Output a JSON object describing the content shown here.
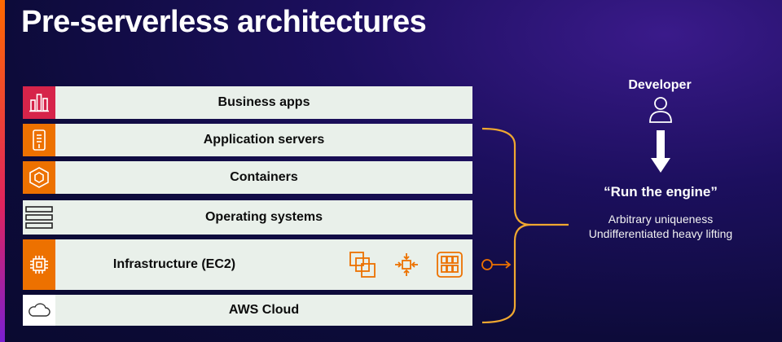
{
  "slide": {
    "title": "Pre-serverless architectures"
  },
  "stack": {
    "layers": [
      {
        "label": "Business apps",
        "icon": "business-apps-icon",
        "icon_bg": "#d6244a"
      },
      {
        "label": "Application servers",
        "icon": "application-server-icon",
        "icon_bg": "#ed7100"
      },
      {
        "label": "Containers",
        "icon": "container-icon",
        "icon_bg": "#ed7100"
      },
      {
        "label": "Operating systems",
        "icon": "server-stack-icon",
        "icon_bg": "#e9f0ea"
      },
      {
        "label": "Infrastructure (EC2)",
        "icon": "ec2-chip-icon",
        "icon_bg": "#ed7100",
        "extra_icons": [
          "instances-icon",
          "auto-scaling-icon",
          "instance-grid-icon",
          "key-icon"
        ]
      },
      {
        "label": "AWS Cloud",
        "icon": "cloud-icon",
        "icon_bg": "#ffffff"
      }
    ]
  },
  "developer": {
    "title": "Developer",
    "headline": "“Run the engine”",
    "lines": [
      "Arbitrary uniqueness",
      "Undifferentiated heavy lifting"
    ]
  },
  "colors": {
    "accent_orange": "#ed7100",
    "accent_pink": "#d6244a",
    "brace": "#f0a830",
    "layer_bg": "#e9f0ea"
  }
}
